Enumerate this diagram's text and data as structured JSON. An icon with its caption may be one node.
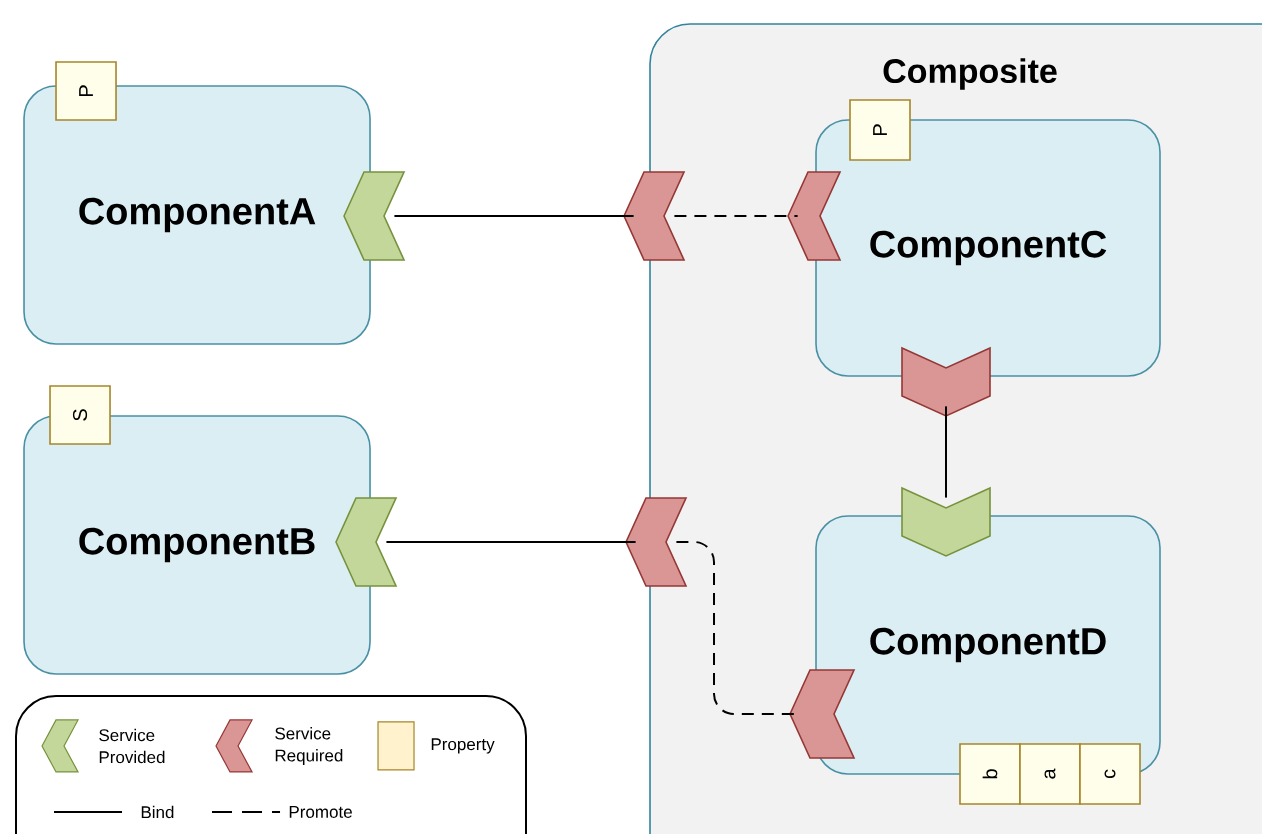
{
  "diagram": {
    "nodes": [
      {
        "text": [
          "ComponentA"
        ]
      },
      {
        "text": [
          "P"
        ]
      },
      {
        "text": [
          "ComponentB"
        ]
      },
      {
        "text": [
          "S"
        ]
      },
      {
        "text": [
          "Composite"
        ]
      },
      {
        "text": [
          "ComponentC"
        ],
        "in": 4
      },
      {
        "text": [
          "P"
        ],
        "in": 4
      },
      {
        "text": [
          "ComponentD"
        ],
        "in": 4
      },
      {
        "text": [
          "b"
        ],
        "in": 4
      },
      {
        "text": [
          "a"
        ],
        "in": 4
      },
      {
        "text": [
          "c"
        ],
        "in": 4
      },
      {
        "text": [],
        "shape": "chevron"
      },
      {
        "text": [],
        "shape": "chevron"
      },
      {
        "text": [],
        "shape": "chevron",
        "in": 4
      },
      {
        "text": [],
        "shape": "chevron",
        "in": 4
      },
      {
        "text": [],
        "shape": "chevron",
        "in": 4
      },
      {
        "text": [],
        "shape": "chevron"
      },
      {
        "text": [],
        "shape": "chevron"
      },
      {
        "text": [],
        "shape": "chevron",
        "in": 4
      }
    ],
    "edges": [
      {
        "from": 11,
        "to": 12,
        "arrow": "none"
      },
      {
        "from": 12,
        "to": 13,
        "arrow": "none",
        "style": "dashed"
      },
      {
        "from": 14,
        "to": 15,
        "arrow": "none"
      },
      {
        "from": 16,
        "to": 17,
        "arrow": "none"
      },
      {
        "from": 17,
        "to": 18,
        "arrow": "none",
        "style": "dashed"
      }
    ],
    "legend": [
      {
        "text": "Service Provided"
      },
      {
        "text": "Service Required"
      },
      {
        "text": "Property",
        "color": "#fff2cc"
      },
      {
        "text": "Bind"
      },
      {
        "text": "Promote"
      }
    ]
  }
}
